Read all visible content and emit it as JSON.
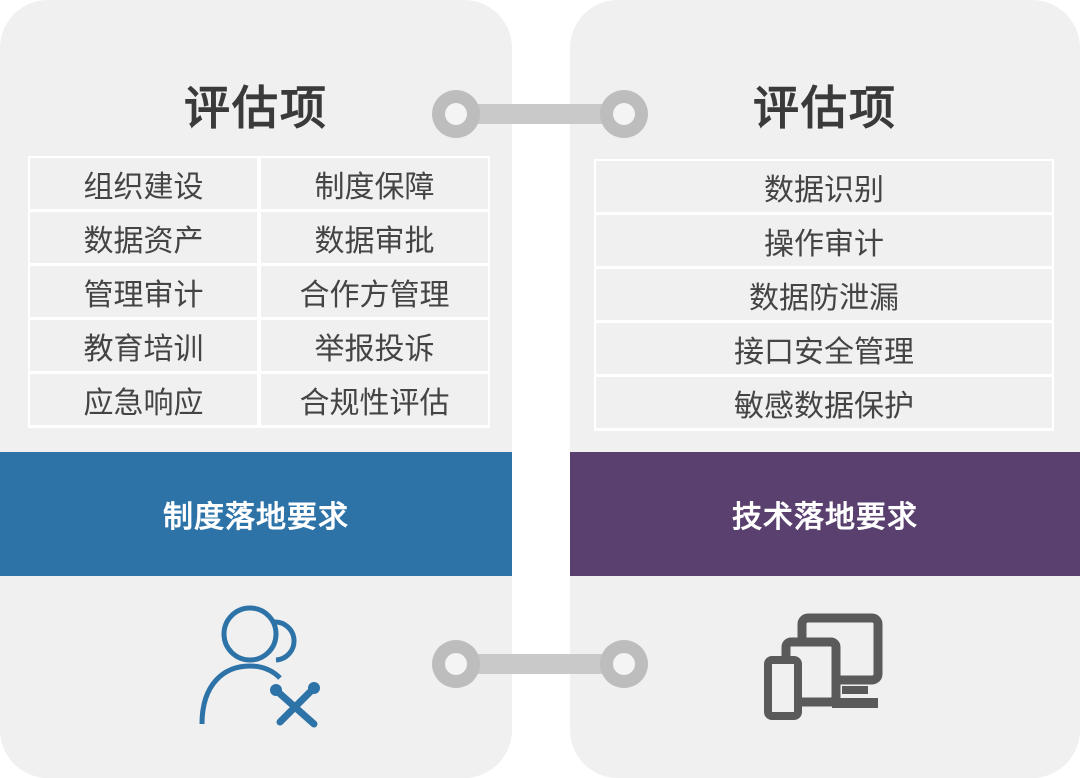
{
  "left": {
    "title": "评估项",
    "items": [
      "组织建设",
      "制度保障",
      "数据资产",
      "数据审批",
      "管理审计",
      "合作方管理",
      "教育培训",
      "举报投诉",
      "应急响应",
      "合规性评估"
    ],
    "band_label": "制度落地要求",
    "band_color": "#2e73a8",
    "icon": "people-tools-icon"
  },
  "right": {
    "title": "评估项",
    "items": [
      "数据识别",
      "操作审计",
      "数据防泄漏",
      "接口安全管理",
      "敏感数据保护"
    ],
    "band_label": "技术落地要求",
    "band_color": "#5a406e",
    "icon": "devices-icon"
  }
}
